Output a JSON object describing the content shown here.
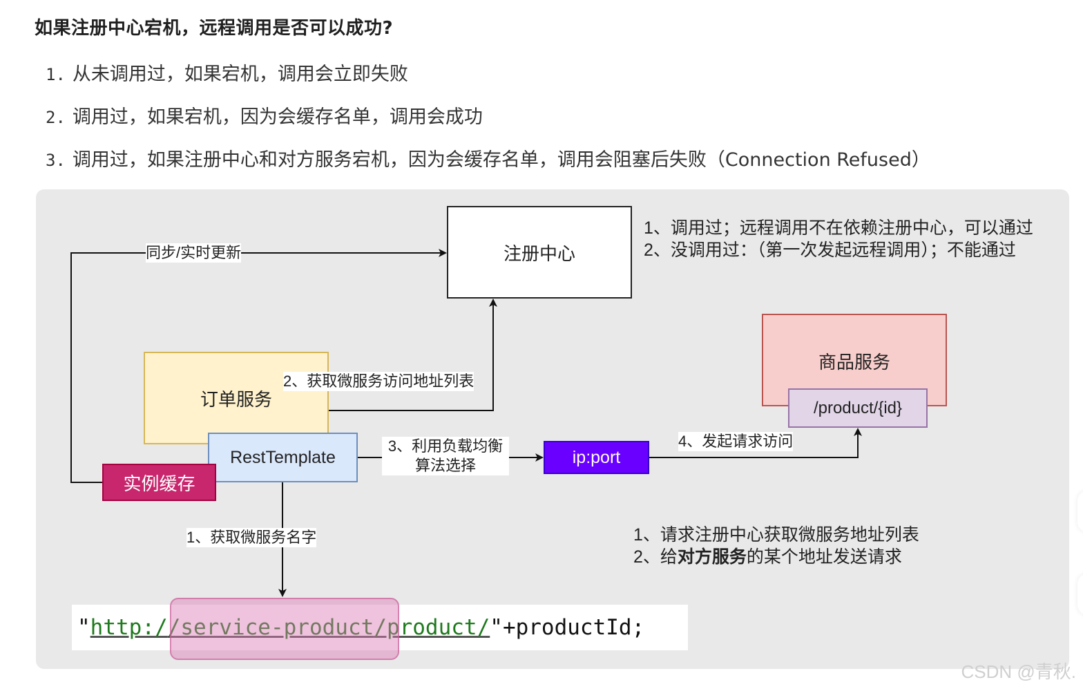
{
  "heading": "如果注册中心宕机，远程调用是否可以成功?",
  "list": [
    {
      "num": "1.",
      "text": "从未调用过，如果宕机，调用会立即失败"
    },
    {
      "num": "2.",
      "text": "调用过，如果宕机，因为会缓存名单，调用会成功"
    },
    {
      "num": "3.",
      "text": "调用过，如果注册中心和对方服务宕机，因为会缓存名单，调用会阻塞后失败（Connection Refused）"
    }
  ],
  "diagram": {
    "registry": "注册中心",
    "order_service": "订单服务",
    "rest_template": "RestTemplate",
    "instance_cache": "实例缓存",
    "ip_port": "ip:port",
    "product_service": "商品服务",
    "product_endpoint": "/product/{id}",
    "edge_labels": {
      "sync": "同步/实时更新",
      "get_address_list": "2、获取微服务访问地址列表",
      "load_balance_line1": "3、利用负载均衡",
      "load_balance_line2": "算法选择",
      "send_request": "4、发起请求访问",
      "get_service_name": "1、获取微服务名字"
    },
    "registry_note": [
      "1、调用过；远程调用不在依赖注册中心，可以通过",
      "2、没调用过：（第一次发起远程调用）；不能通过"
    ],
    "flow_note": {
      "line1": "1、请求注册中心获取微服务地址列表",
      "line2_prefix": "2、给",
      "line2_bold": "对方服务",
      "line2_suffix": "的某个地址发送请求"
    },
    "code": {
      "open_quote": "\"",
      "url_part1": "http:/",
      "url_part2": "/service-product",
      "url_part3": "/product/",
      "close_quote": "\"",
      "rest": "+productId;"
    }
  },
  "watermark": "CSDN @青秋."
}
